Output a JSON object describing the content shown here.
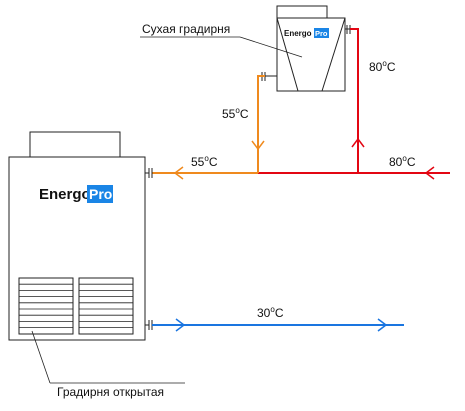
{
  "labels": {
    "dry_cooler": "Сухая градирня",
    "open_tower": "Градирня открытая",
    "temp_vertical_55": "55",
    "temp_horizontal_55": "55",
    "temp_vertical_80": "80",
    "temp_horizontal_80": "80",
    "temp_blue_30": "30",
    "degree_sign": "o",
    "unit": "C"
  },
  "brand": {
    "large_word": "Energo",
    "large_badge": "Pro",
    "small_word": "Energo",
    "small_badge": "Pro"
  },
  "colors": {
    "hot_line": "#e30613",
    "mid_line": "#ef8a1e",
    "cold_line": "#1a75e0",
    "badge": "#1a85e6",
    "outline": "#222222"
  }
}
